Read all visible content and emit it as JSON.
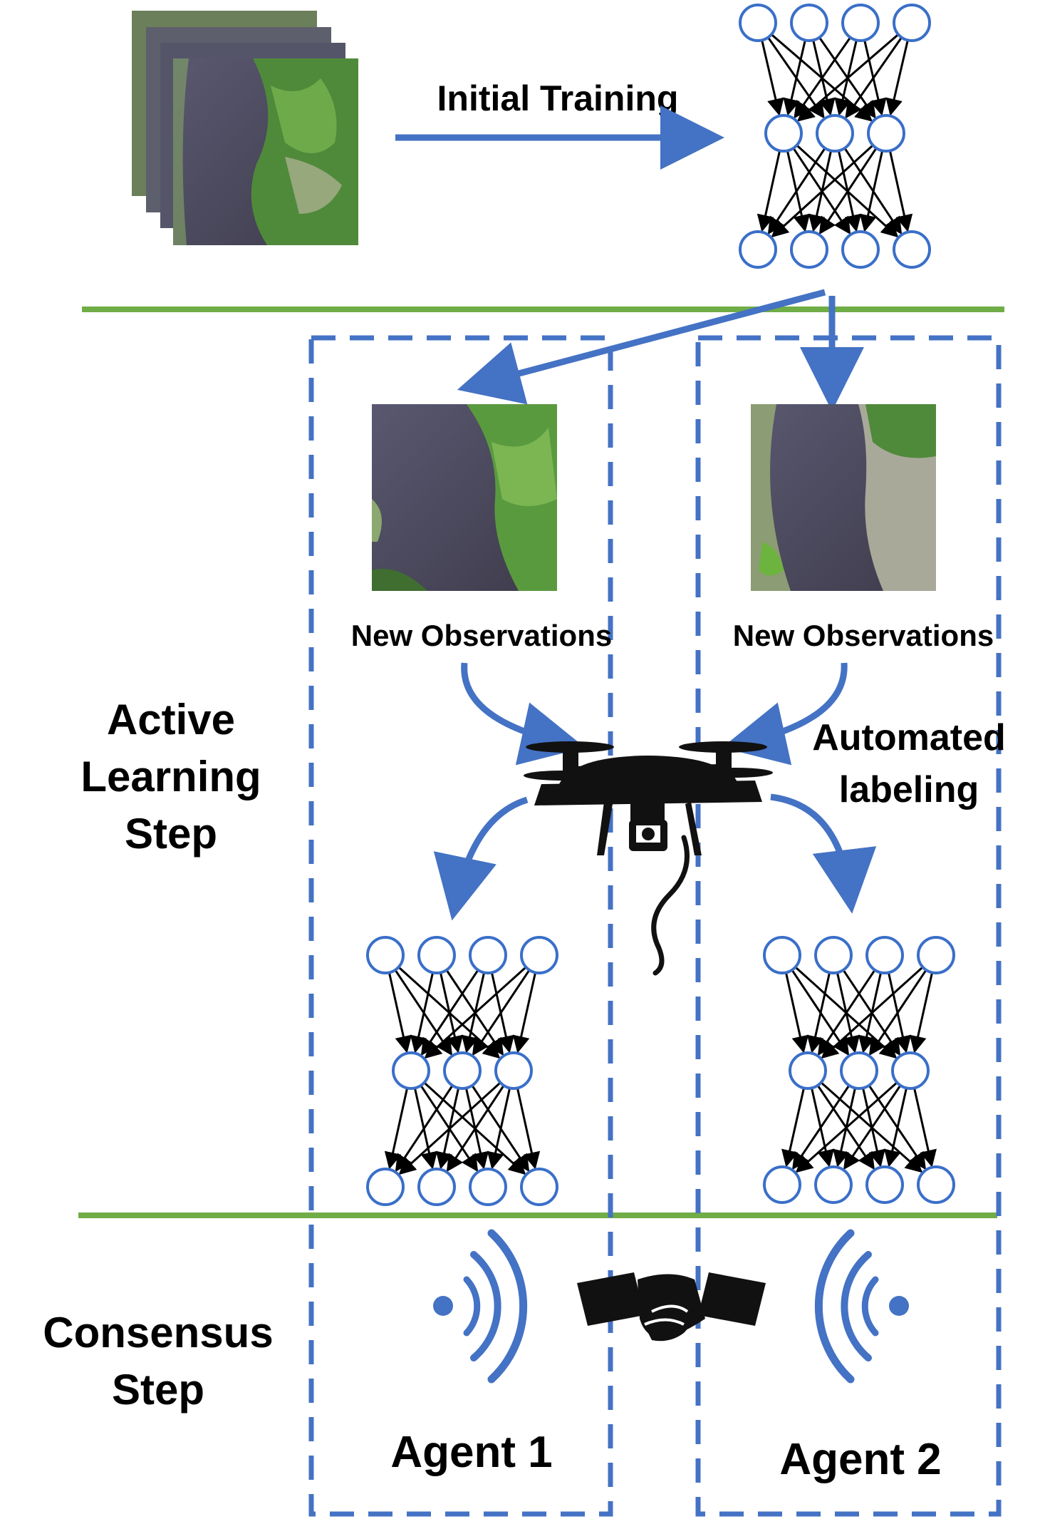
{
  "labels": {
    "initial_training": "Initial Training",
    "new_observations_1": "New Observations",
    "new_observations_2": "New Observations",
    "active_learning_line1": "Active",
    "active_learning_line2": "Learning",
    "active_learning_line3": "Step",
    "automated_labeling_line1": "Automated",
    "automated_labeling_line2": "labeling",
    "consensus_line1": "Consensus",
    "consensus_line2": "Step",
    "agent1": "Agent 1",
    "agent2": "Agent 2"
  },
  "networks": {
    "layers": [
      4,
      3,
      4
    ],
    "node_stroke": "#3a6fc9",
    "edge_color": "#000000"
  },
  "colors": {
    "arrow": "#4472c4",
    "dashed_box": "#4472c4",
    "divider": "#70ad47",
    "wireless": "#4472c4",
    "water": "#4a4858",
    "vegetation": "#4f8a3a"
  },
  "icons": {
    "drone": "drone-icon",
    "handshake": "handshake-icon",
    "wireless_left": "wireless-signal-icon",
    "wireless_right": "wireless-signal-icon"
  }
}
